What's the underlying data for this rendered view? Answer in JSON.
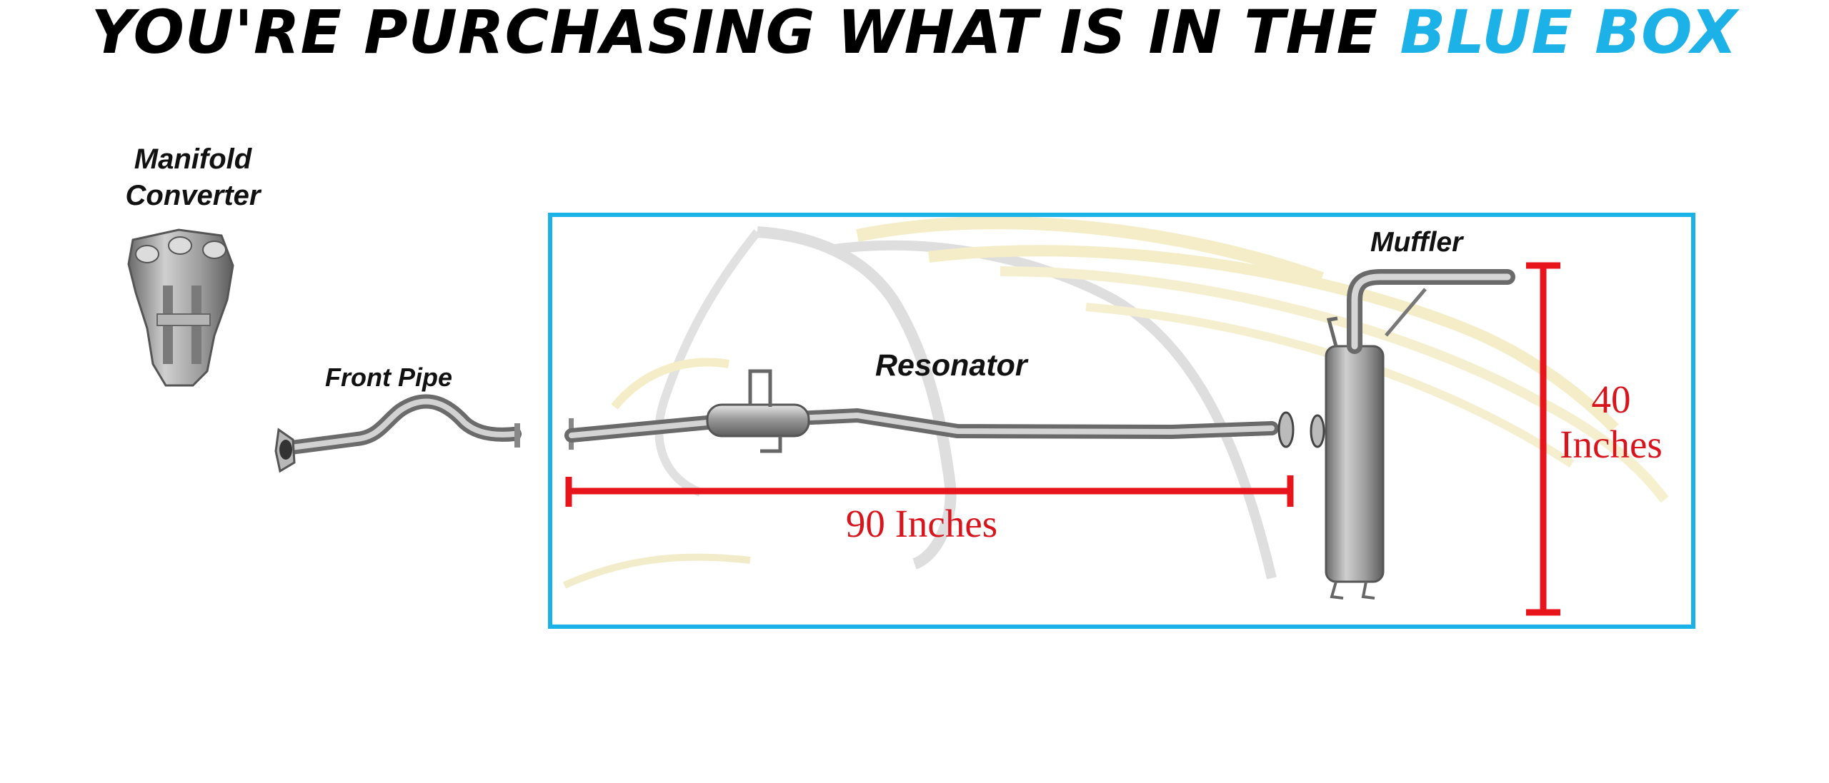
{
  "banner": {
    "prefix": "YOU'RE PURCHASING WHAT IS IN THE",
    "highlight": "BLUE BOX"
  },
  "parts": {
    "manifold_line1": "Manifold",
    "manifold_line2": "Converter",
    "front_pipe": "Front Pipe",
    "resonator": "Resonator",
    "muffler": "Muffler"
  },
  "dimensions": {
    "length": "90 Inches",
    "height_value": "40",
    "height_unit": "Inches"
  },
  "colors": {
    "accent_blue": "#1cb2e7",
    "dimension_red": "#e8141c"
  }
}
